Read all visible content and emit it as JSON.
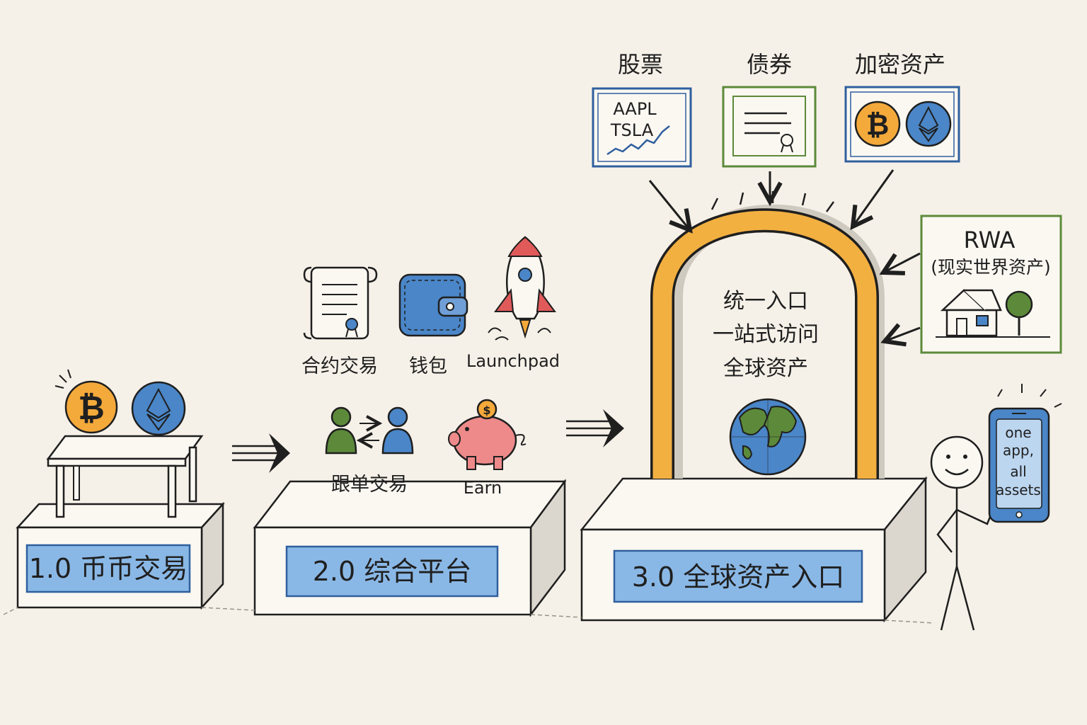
{
  "stages": [
    {
      "label": "1.0 币币交易"
    },
    {
      "label": "2.0 综合平台"
    },
    {
      "label": "3.0 全球资产入口"
    }
  ],
  "platform_features": {
    "contract": "合约交易",
    "wallet": "钱包",
    "launchpad": "Launchpad",
    "copy_trading": "跟单交易",
    "earn": "Earn"
  },
  "asset_classes": {
    "stocks": {
      "title": "股票",
      "tickers": [
        "AAPL",
        "TSLA"
      ]
    },
    "bonds": {
      "title": "债券"
    },
    "crypto": {
      "title": "加密资产"
    },
    "rwa": {
      "title": "RWA",
      "subtitle": "(现实世界资产)"
    }
  },
  "gateway_text": [
    "统一入口",
    "一站式访问",
    "全球资产"
  ],
  "phone_text": [
    "one",
    "app,",
    "all",
    "assets"
  ],
  "colors": {
    "background": "#f6f1e8",
    "label_blue": "#8ab8e6",
    "coin_orange": "#f4a93b",
    "coin_blue": "#4a86c8",
    "arch_orange": "#f2b041",
    "green_frame": "#5c8a3a",
    "blue_frame": "#2f5f9e"
  }
}
